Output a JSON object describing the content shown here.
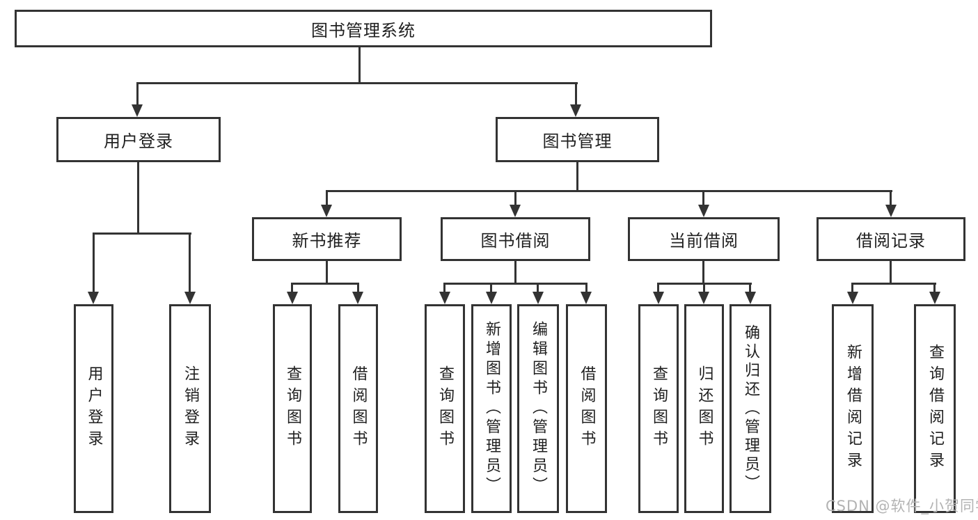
{
  "diagram": {
    "type": "tree",
    "nodes": {
      "root": "图书管理系统",
      "user_login": "用户登录",
      "book_mgmt": "图书管理",
      "leaf_user_login": "用户登录",
      "leaf_logout": "注销登录",
      "new_book_rec": "新书推荐",
      "book_borrow": "图书借阅",
      "current_borrow": "当前借阅",
      "borrow_records": "借阅记录",
      "nbr_query": "查询图书",
      "nbr_borrow": "借阅图书",
      "bb_query": "查询图书",
      "bb_add": "新增图书（管理员）",
      "bb_edit": "编辑图书（管理员）",
      "bb_borrow": "借阅图书",
      "cb_query": "查询图书",
      "cb_return": "归还图书",
      "cb_confirm": "确认归还（管理员）",
      "br_add": "新增借阅记录",
      "br_query": "查询借阅记录"
    },
    "edges": [
      [
        "root",
        "user_login"
      ],
      [
        "root",
        "book_mgmt"
      ],
      [
        "user_login",
        "leaf_user_login"
      ],
      [
        "user_login",
        "leaf_logout"
      ],
      [
        "book_mgmt",
        "new_book_rec"
      ],
      [
        "book_mgmt",
        "book_borrow"
      ],
      [
        "book_mgmt",
        "current_borrow"
      ],
      [
        "book_mgmt",
        "borrow_records"
      ],
      [
        "new_book_rec",
        "nbr_query"
      ],
      [
        "new_book_rec",
        "nbr_borrow"
      ],
      [
        "book_borrow",
        "bb_query"
      ],
      [
        "book_borrow",
        "bb_add"
      ],
      [
        "book_borrow",
        "bb_edit"
      ],
      [
        "book_borrow",
        "bb_borrow"
      ],
      [
        "current_borrow",
        "cb_query"
      ],
      [
        "current_borrow",
        "cb_return"
      ],
      [
        "current_borrow",
        "cb_confirm"
      ],
      [
        "borrow_records",
        "br_add"
      ],
      [
        "borrow_records",
        "br_query"
      ]
    ],
    "colors": {
      "line": "#333333",
      "box_border": "#333333",
      "box_fill": "#ffffff",
      "text": "#1f1f1f",
      "background": "#ffffff",
      "watermark": "#b3b3b3"
    }
  },
  "watermark": "CSDN @软件_小贺同学"
}
